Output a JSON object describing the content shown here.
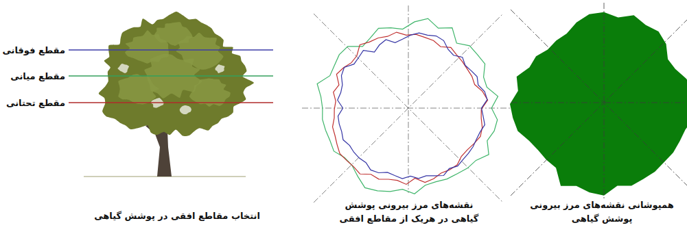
{
  "diagram": {
    "labels": [
      "مقطع فوقانی",
      "مقطع میانی",
      "مقطع تحتانی",
      "انتخاب مقاطع افقی در پوشش گیاهی",
      "نقشه‌های مرز بیرونی پوشش گیاهی در هریک از مقاطع افقی",
      "همپوشانی نقشه‌های مرز بیرونی پوشش گیاهی"
    ]
  }
}
